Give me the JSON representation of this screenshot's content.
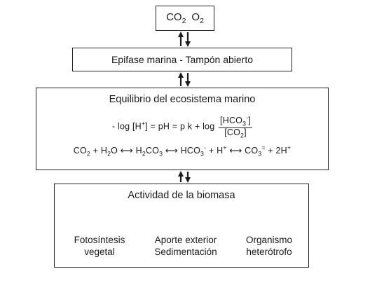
{
  "gases": {
    "co2": "CO",
    "co2_sub": "2",
    "o2": "O",
    "o2_sub": "2"
  },
  "epifase": {
    "label": "Epifase marina - Tampón abierto"
  },
  "equilibrio": {
    "title": "Equilibrio del ecosistema marino",
    "eq1": {
      "lhs": "- log [H",
      "lhs_sup": "+",
      "mid": "] = pH = p k + log",
      "num": "[HCO",
      "num_sub": "3",
      "num_sup": "-",
      "num_end": "]",
      "den": "[CO",
      "den_sub": "2",
      "den_end": "]"
    },
    "eq2": {
      "co2": "CO",
      "co2_sub": "2",
      "plus1": " + H",
      "h2o_sub": "2",
      "o": "O",
      "arrow": "⟷",
      "h2co3_a": "H",
      "h2co3_sub1": "2",
      "h2co3_b": "CO",
      "h2co3_sub2": "3",
      "hco3": "HCO",
      "hco3_sub": "3",
      "hco3_sup": "-",
      "hplus": " + H",
      "hplus_sup": "+",
      "co3": "CO",
      "co3_sub": "3",
      "co3_sup": "=",
      "tail": " + 2H",
      "tail_sup": "+"
    }
  },
  "biomasa": {
    "title": "Actividad de la biomasa",
    "outcomes": [
      {
        "line1": "Fotosíntesis",
        "line2": "vegetal"
      },
      {
        "line1": "Aporte exterior",
        "line2": "Sedimentación"
      },
      {
        "line1": "Organismo",
        "line2": "heterótrofo"
      }
    ]
  }
}
